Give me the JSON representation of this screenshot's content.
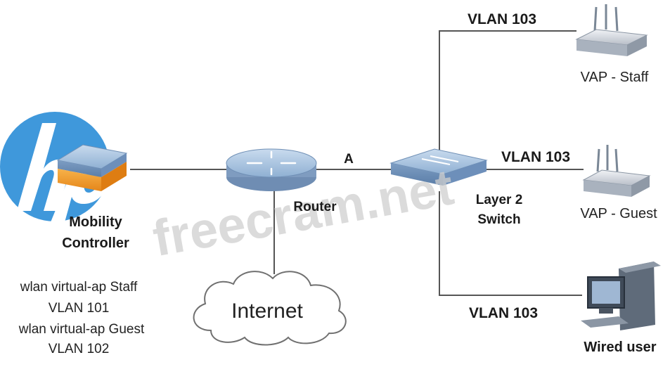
{
  "logo": {
    "brand": "hp",
    "color": "#2f8fd8"
  },
  "watermark": {
    "text": "freecram.net",
    "color": "#c8c8c8"
  },
  "controller": {
    "name_line1": "Mobility",
    "name_line2": "Controller",
    "config": [
      "wlan virtual-ap  Staff",
      "VLAN 101",
      "wlan virtual-ap  Guest",
      "VLAN 102"
    ]
  },
  "router": {
    "label": "Router"
  },
  "link_a": {
    "label": "A"
  },
  "internet": {
    "label": "Internet"
  },
  "switch": {
    "label_line1": "Layer 2",
    "label_line2": "Switch"
  },
  "vlan_labels": [
    "VLAN 103",
    "VLAN 103",
    "VLAN 103"
  ],
  "endpoints": {
    "vap_staff": "VAP - Staff",
    "vap_guest": "VAP - Guest",
    "wired_user": "Wired user"
  },
  "colors": {
    "line": "#555555",
    "device_blue": "#7fa3c8",
    "controller_orange": "#f39a1e"
  }
}
